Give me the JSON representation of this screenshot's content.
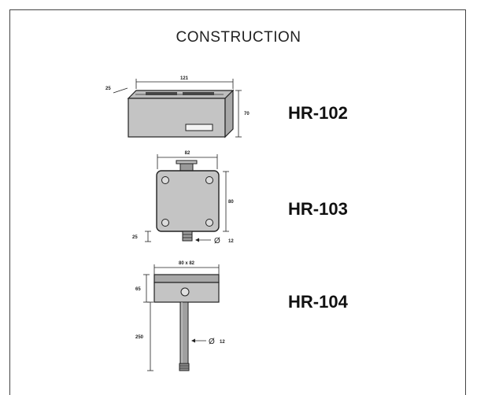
{
  "title": "CONSTRUCTION",
  "models": [
    {
      "name": "HR-102",
      "dims": {
        "width": "121",
        "depth": "25",
        "height": "70"
      }
    },
    {
      "name": "HR-103",
      "dims": {
        "width": "82",
        "height": "80",
        "stem": "25",
        "diameter": "12"
      }
    },
    {
      "name": "HR-104",
      "dims": {
        "top": "80 x 82",
        "head_height": "65",
        "probe_length": "250",
        "diameter": "12"
      }
    }
  ],
  "diameter_symbol": "Ø"
}
